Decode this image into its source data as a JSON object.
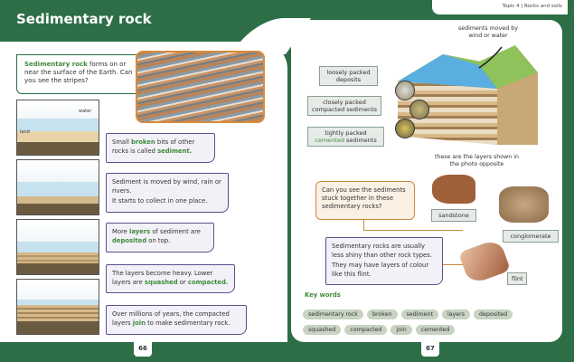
{
  "left": {
    "title": "Sedimentary rock",
    "intro": {
      "highlight": "Sedimentary rock",
      "text": " forms on or near the surface of the Earth. Can you see the stripes?"
    },
    "panel_labels": {
      "land": "land",
      "water": "water"
    },
    "steps": [
      {
        "parts": [
          "Small ",
          "broken",
          " bits of other rocks is called ",
          "sediment",
          "."
        ]
      },
      {
        "line1": "Sediment is moved by wind, rain or rivers.",
        "line2": "It starts to collect in one place."
      },
      {
        "parts": [
          "More ",
          "layers",
          " of sediment are ",
          "deposited",
          " on top."
        ]
      },
      {
        "parts": [
          "The layers become heavy. Lower layers are ",
          "squashed",
          " or ",
          "compacted",
          "."
        ]
      },
      {
        "parts": [
          "Over millions of years, the compacted layers ",
          "join",
          " to make sedimentary rock."
        ]
      }
    ],
    "page_number": "66"
  },
  "right": {
    "topic": "Topic 4 | Rocks and soils",
    "diagram": {
      "top_label": "sediments moved by wind or water",
      "label1": "loosely packed deposits",
      "label2": "closely packed compacted sediments",
      "label3_plain": "tightly packed",
      "label3_hl": "cemented",
      "label3_end": " sediments",
      "caption": "these are the layers shown in the photo opposite"
    },
    "question": "Can you see the sediments stuck together in these sedimentary rocks?",
    "rocks": [
      "sandstone",
      "conglomerate",
      "flint"
    ],
    "info1": "Sedimentary rocks are usually less shiny than other rock types.",
    "info2": "They may have layers of colour like this flint.",
    "key_words_title": "Key words",
    "key_words": [
      "sedimentary rock",
      "broken",
      "sediment",
      "layers",
      "deposited",
      "squashed",
      "compacted",
      "join",
      "cemented"
    ],
    "page_number": "67"
  },
  "colors": {
    "brand_green": "#2d6e47",
    "highlight_green": "#3f8a3b",
    "purple_border": "#5b4f8c",
    "orange_border": "#c98a3c"
  }
}
